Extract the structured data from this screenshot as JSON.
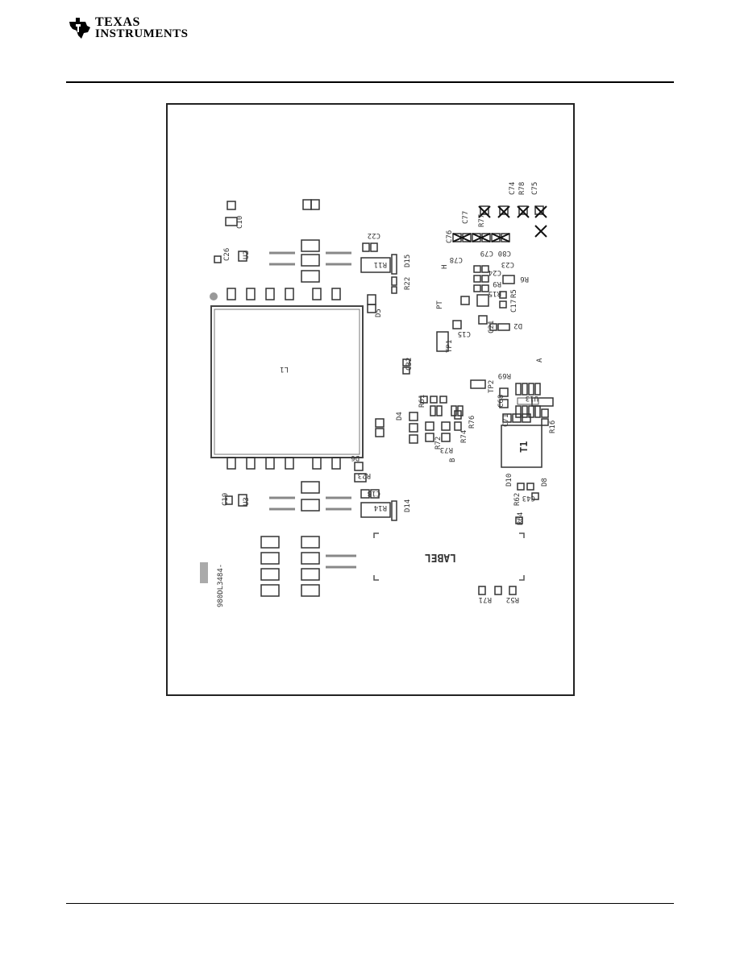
{
  "header": {
    "brand_line1": "TEXAS",
    "brand_line2": "INSTRUMENTS",
    "logo_icon": "ti-state-logo-icon"
  },
  "figure": {
    "board_id": "980DL3484-",
    "silkscreen": {
      "inductor": "L1",
      "label_area": "LABEL",
      "transformer": "T1",
      "ics": [
        "U2",
        "U3",
        "U13"
      ],
      "test_points": [
        "TP1",
        "TP2"
      ],
      "capacitors": [
        "C10",
        "C26",
        "C22",
        "C18",
        "C19",
        "C32",
        "C23",
        "C24",
        "C21",
        "C15",
        "C17",
        "C68",
        "C71",
        "C43",
        "C76",
        "C77",
        "C78",
        "C79",
        "C80",
        "C74",
        "C75"
      ],
      "resistors": [
        "R11",
        "R14",
        "R22",
        "R23",
        "R9",
        "R15",
        "R6",
        "R5",
        "R69",
        "R16",
        "R61",
        "R62",
        "R64",
        "R51",
        "R52",
        "R71",
        "R72",
        "R73",
        "R74",
        "R76",
        "R77",
        "R78"
      ],
      "diodes": [
        "D15",
        "D14",
        "D4",
        "D5",
        "D6",
        "D2",
        "D8",
        "D10"
      ],
      "markers": [
        "H",
        "PT",
        "A",
        "B"
      ]
    }
  }
}
